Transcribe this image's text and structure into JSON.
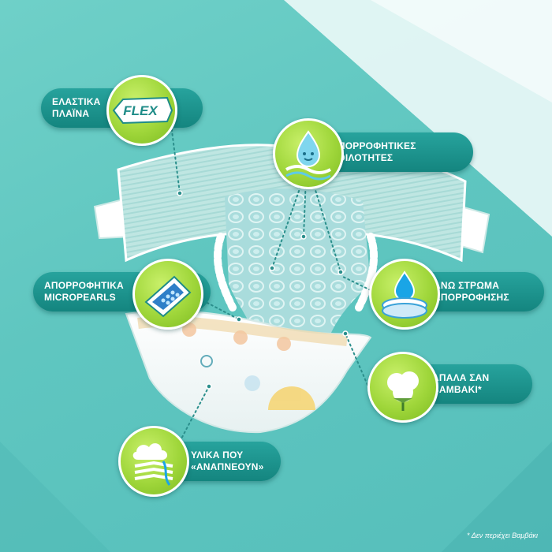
{
  "features": [
    {
      "id": "elastic",
      "lines": [
        "ΕΛΑΣΤΙΚΑ",
        "ΠΛΑΪΝΑ"
      ],
      "icon": "flex-band-icon",
      "badge_text": "FLEX"
    },
    {
      "id": "channels",
      "lines": [
        "ΑΠΟΡΡΟΦΗΤΙΚΕΣ",
        "ΚΟΙΛΟΤΗΤΕΣ"
      ],
      "icon": "water-drop-channels-icon"
    },
    {
      "id": "micropearls",
      "lines": [
        "ΑΠΟΡΡΟΦΗΤΙΚΑ",
        "MICROPEARLS"
      ],
      "icon": "micropearls-layer-icon"
    },
    {
      "id": "top-layer",
      "lines": [
        "ΑΝΩ ΣΤΡΩΜΑ",
        "ΑΠΟΡΡΟΦΗΣΗΣ"
      ],
      "icon": "absorbent-top-layer-icon"
    },
    {
      "id": "cotton",
      "lines": [
        "ΑΠΑΛΑ ΣΑΝ",
        "ΒΑΜΒΑΚΙ*"
      ],
      "icon": "cotton-icon"
    },
    {
      "id": "breathable",
      "lines": [
        "ΥΛΙΚΑ ΠΟΥ",
        "«ΑΝΑΠΝΕΟΥΝ»"
      ],
      "icon": "breathable-layers-icon"
    }
  ],
  "footnote": "* Δεν περιέχει Βαμβάκι",
  "colors": {
    "background": "#5fc6c0",
    "callout": "#17877f",
    "badge": "#9fd63a",
    "text": "#ffffff"
  }
}
